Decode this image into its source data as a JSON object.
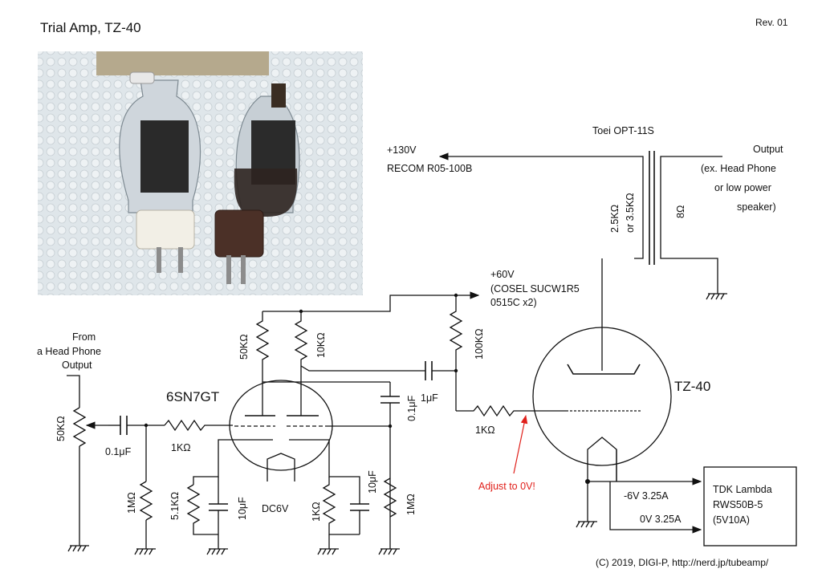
{
  "header": {
    "title": "Trial Amp, TZ-40",
    "revision": "Rev. 01"
  },
  "footer": {
    "copyright": "(C) 2019, DIGI-P, http://nerd.jp/tubeamp/"
  },
  "photo": {
    "description": "photo-of-two-vacuum-tubes"
  },
  "power": {
    "hv_line1": "+130V",
    "hv_line2": "RECOM R05-100B",
    "mid_line1": "+60V",
    "mid_line2": "(COSEL SUCW1R5",
    "mid_line3": "0515C x2)"
  },
  "transformer": {
    "name": "Toei OPT-11S",
    "primary_line1": "2.5KΩ",
    "primary_line2": "or 3.5KΩ",
    "secondary": "8Ω"
  },
  "output": {
    "line1": "Output",
    "line2": "(ex. Head Phone",
    "line3": "or low power",
    "line4": "speaker)"
  },
  "input": {
    "line1": "From",
    "line2": "a Head Phone",
    "line3": "Output"
  },
  "components": {
    "pot": "50KΩ",
    "cap_in": "0.1μF",
    "r_grid": "1KΩ",
    "r_gl": "1MΩ",
    "r_k1": "5.1KΩ",
    "c_k1": "10μF",
    "tube1": "6SN7GT",
    "heater": "DC6V",
    "r_k2": "1KΩ",
    "c_k2": "10μF",
    "r_g2": "1MΩ",
    "r_p1": "50KΩ",
    "r_p2": "10KΩ",
    "c_bypass": "0.1μF",
    "c_couple": "1μF",
    "r_bias": "100KΩ",
    "r_grid2": "1KΩ",
    "tube2": "TZ-40"
  },
  "annotation": {
    "adjust": "Adjust to 0V!",
    "color": "#e0201b"
  },
  "filament_supply": {
    "line1": "TDK Lambda",
    "line2": "RWS50B-5",
    "line3": "(5V10A)",
    "neg": "-6V 3.25A",
    "zero": "0V 3.25A"
  }
}
